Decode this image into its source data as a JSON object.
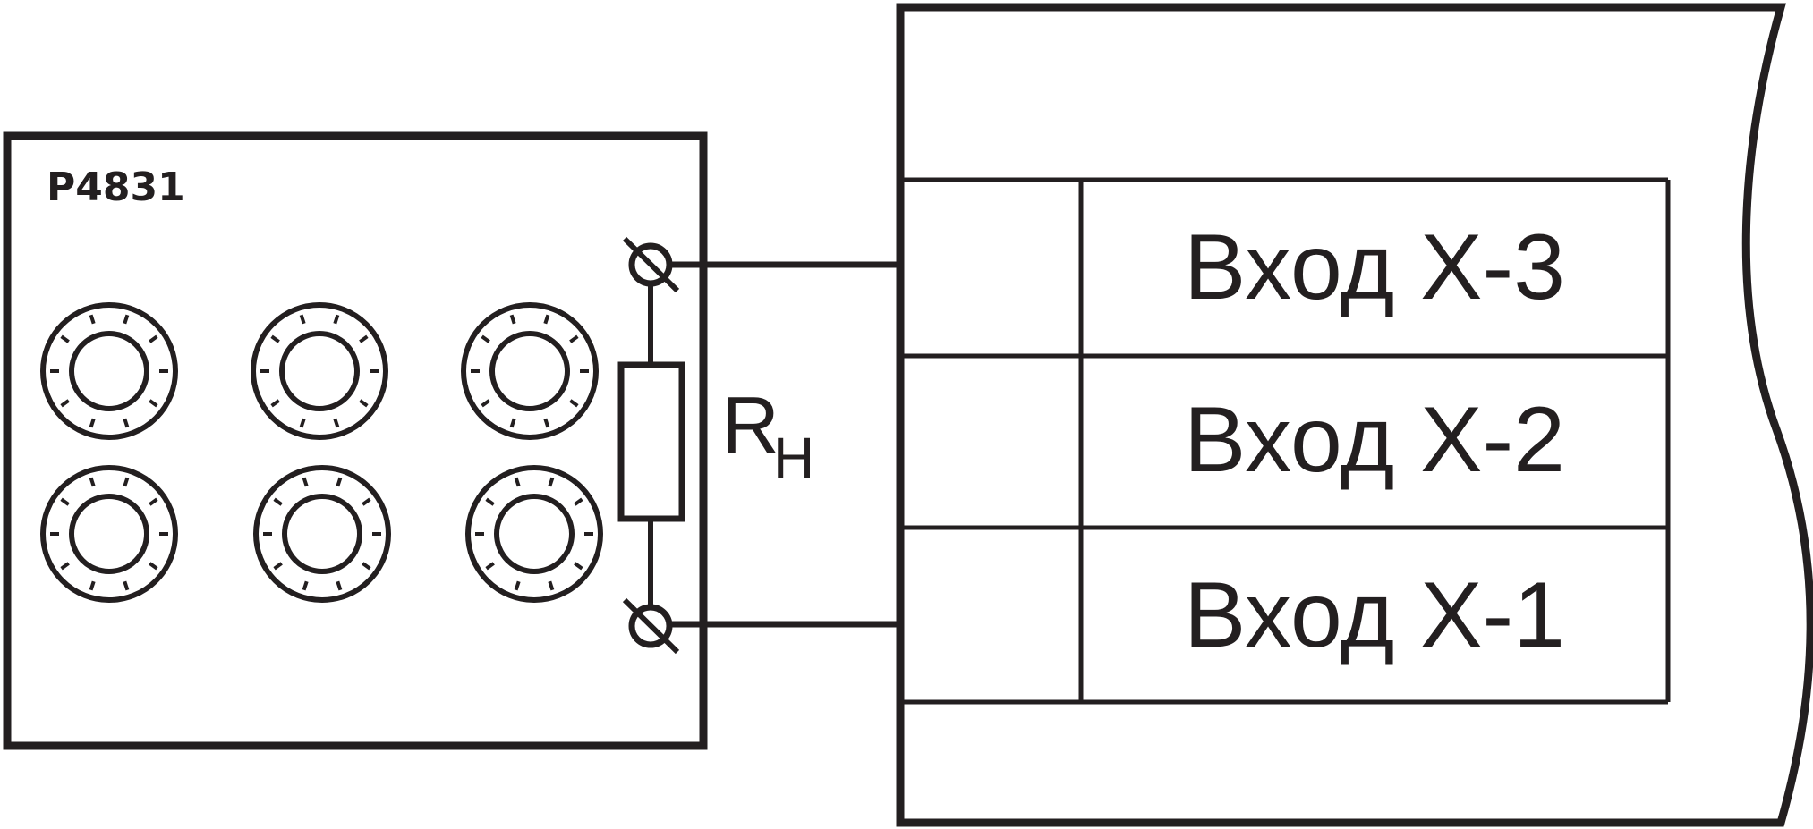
{
  "device": {
    "label": "Р4831"
  },
  "resistor": {
    "symbol": "R",
    "subscript": "Н"
  },
  "inputs": [
    {
      "label": "Вход Х-3"
    },
    {
      "label": "Вход Х-2"
    },
    {
      "label": "Вход Х-1"
    }
  ],
  "colors": {
    "stroke": "#231f20",
    "background": "#ffffff"
  }
}
